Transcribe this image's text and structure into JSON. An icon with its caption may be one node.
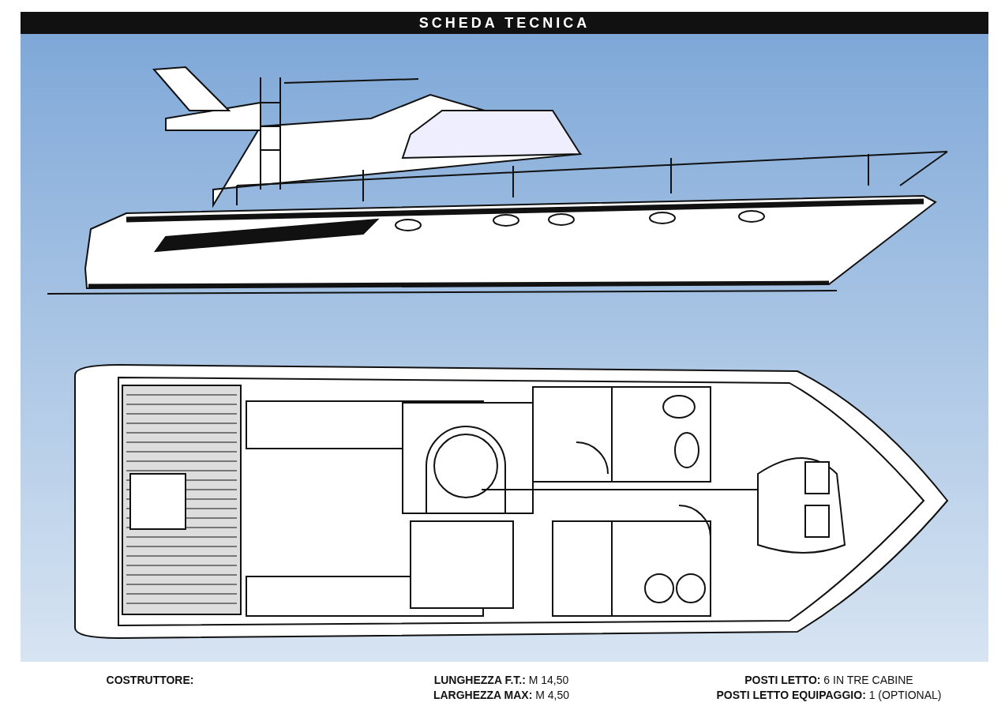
{
  "diagram": {
    "title": "SCHEDA TECNICA",
    "labels": [
      "**COSTRUTTORE:**",
      "**LUNGHEZZA F.T.:** M 14,50",
      "**LARGHEZZA MAX:** M 4,50",
      "**POSTI LETTO:** 6 IN TRE CABINE",
      "**POSTI LETTO EQUIPAGGIO:** 1 (OPTIONAL)"
    ]
  }
}
